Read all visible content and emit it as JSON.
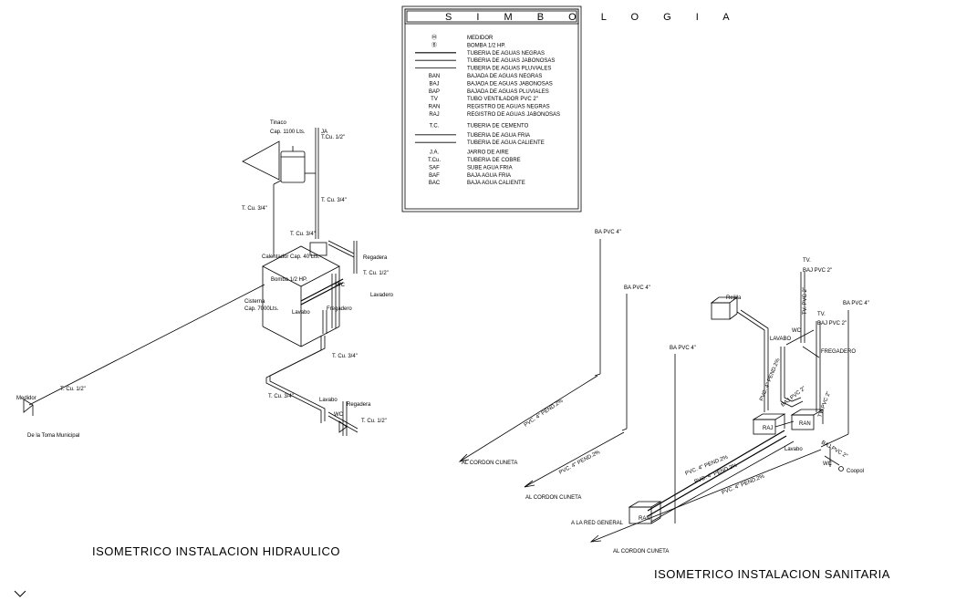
{
  "legend": {
    "header": "S I M B O L O G I A",
    "items": [
      {
        "sym": "Ⓜ",
        "text": "MEDIDOR"
      },
      {
        "sym": "Ⓑ",
        "text": "BOMBA 1/2 HP."
      },
      {
        "sym": "",
        "text": "TUBERIA DE AGUAS NEGRAS"
      },
      {
        "sym": "",
        "text": "TUBERIA DE AGUAS JABONOSAS"
      },
      {
        "sym": "",
        "text": "TUBERIA DE AGUAS PLUVIALES"
      },
      {
        "sym": "BAN",
        "text": "BAJADA DE AGUAS NEGRAS"
      },
      {
        "sym": "BAJ",
        "text": "BAJADA DE AGUAS JABONOSAS"
      },
      {
        "sym": "BAP",
        "text": "BAJADA DE AGUAS PLUVIALES"
      },
      {
        "sym": "TV",
        "text": "TUBO VENTILADOR PVC 2\""
      },
      {
        "sym": "RAN",
        "text": "REGISTRO DE AGUAS NEGRAS"
      },
      {
        "sym": "RAJ",
        "text": "REGISTRO DE AGUAS JABONOSAS"
      },
      {
        "sym": "T.C.",
        "text": "TUBERIA DE CEMENTO"
      },
      {
        "sym": "",
        "text": "TUBERIA DE AGUA FRIA"
      },
      {
        "sym": "",
        "text": "TUBERIA DE AGUA CALIENTE"
      },
      {
        "sym": "J.A.",
        "text": "JARRO DE AIRE"
      },
      {
        "sym": "T.Cu.",
        "text": "TUBERIA DE COBRE"
      },
      {
        "sym": "SAF",
        "text": "SUBE AGUA FRIA"
      },
      {
        "sym": "BAF",
        "text": "BAJA AGUA FRIA"
      },
      {
        "sym": "BAC",
        "text": "BAJA AGUA CALIENTE"
      }
    ]
  },
  "hydraulic": {
    "title": "ISOMETRICO INSTALACION HIDRAULICO",
    "labels": {
      "tinaco": "Tinaco",
      "tinaco_cap": "Cap. 1100 Lts.",
      "ja": "JA",
      "tcu_half_top": "T.Cu. 1/2\"",
      "tcu_34_left": "T. Cu. 3/4\"",
      "tcu_34_mid": "T. Cu. 3/4\"",
      "tcu_34_upper": "T. Cu. 3/4\"",
      "regadera_1": "Regadera",
      "calentador": "Calentador Cap. 40 Lts.",
      "tcu_half_right": "T. Cu. 1/2\"",
      "bomba": "Bomba 1/2 HP.",
      "wc_1": "WC",
      "lavadero": "Lavadero",
      "cisterna": "Cisterna",
      "cisterna_cap": "Cap. 7000Lts.",
      "lavabo_1": "Lavabo",
      "fregadero_1": "Fregadero",
      "tcu_34_low": "T. Cu. 3/4\"",
      "tcu_half_long": "T. Cu. 1/2\"",
      "medidor": "Medidor",
      "tcu_34_bottom": "T. Cu. 3/4\"",
      "lavabo_2": "Lavabo",
      "regadera_2": "Regadera",
      "wc_2": "WC",
      "tcu_half_bottom": "T. Cu. 1/2\"",
      "toma": "De la Toma Municipal"
    }
  },
  "sanitary": {
    "title": "ISOMETRICO INSTALACION SANITARIA",
    "labels": {
      "ba_top": "BA PVC 4\"",
      "ba_mid": "BA PVC 4\"",
      "ba_left": "BA PVC 4\"",
      "ba_right": "BA PVC 4\"",
      "tv_1": "TV.",
      "baj_1": "BAJ PVC 2\"",
      "tv_pvc_vert": "TV. PVC 2\"",
      "tv_2": "TV.",
      "baj_2": "BAJ PVC 2\"",
      "rejilla": "Rejilla",
      "lavabo": "LAVABO",
      "wc": "WC",
      "fregadero": "FREGADERO",
      "pvc_4_25_a": "PVC. 4\" PEND.2%",
      "baj_pvc_diag": "BAJ PVC 2\"",
      "tv_pvc_diag": "TV. PVC 2\"",
      "pvc_4_25_long1": "PVC. 4\" PEND.2%",
      "pvc_4_25_long2": "PVC. 4\" PEND.2%",
      "raj": "RAJ",
      "ran_1": "RAN",
      "lavabo_low": "Lavabo",
      "baj_pvc_low": "BAJ PVC 2\"",
      "wc_low": "WC",
      "coopol": "Coopol",
      "pvc_4_25_b": "PVC. 4\" PEND.2%",
      "pvc_4_25_c": "PVC. 4\" PEND.2%",
      "pvc_4_25_d": "PVC. 4\" PEND.2%",
      "cordon_1": "AL CORDON CUNETA",
      "cordon_2": "AL CORDON CUNETA",
      "red": "A LA RED GENERAL",
      "ran_2": "RAN",
      "cordon_3": "AL CORDON CUNETA"
    }
  }
}
